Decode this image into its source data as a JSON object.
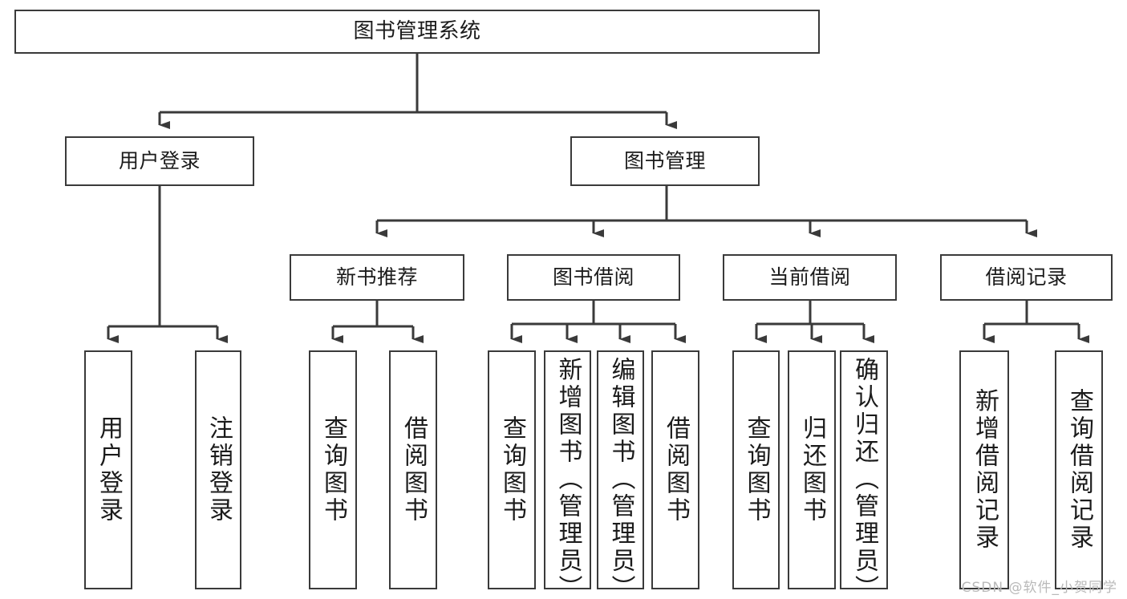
{
  "diagram": {
    "title": "图书管理系统",
    "type": "tree",
    "watermark": "CSDN @软件_小贺同学",
    "colors": {
      "border": "#3a3a3a",
      "text": "#1b1b1b",
      "background": "#ffffff",
      "watermark": "#b9b9b9"
    },
    "root": {
      "label": "图书管理系统"
    },
    "level2": [
      {
        "label": "用户登录"
      },
      {
        "label": "图书管理"
      }
    ],
    "level3": [
      {
        "label": "新书推荐"
      },
      {
        "label": "图书借阅"
      },
      {
        "label": "当前借阅"
      },
      {
        "label": "借阅记录"
      }
    ],
    "leaves": {
      "user_login": [
        {
          "label": "用户登录"
        },
        {
          "label": "注销登录"
        }
      ],
      "new_book": [
        {
          "label": "查询图书"
        },
        {
          "label": "借阅图书"
        }
      ],
      "book_borrow": [
        {
          "label": "查询图书"
        },
        {
          "label": "新增图书（管理员）"
        },
        {
          "label": "编辑图书（管理员）"
        },
        {
          "label": "借阅图书"
        }
      ],
      "current_borrow": [
        {
          "label": "查询图书"
        },
        {
          "label": "归还图书"
        },
        {
          "label": "确认归还（管理员）"
        }
      ],
      "borrow_record": [
        {
          "label": "新增借阅记录"
        },
        {
          "label": "查询借阅记录"
        }
      ]
    }
  }
}
